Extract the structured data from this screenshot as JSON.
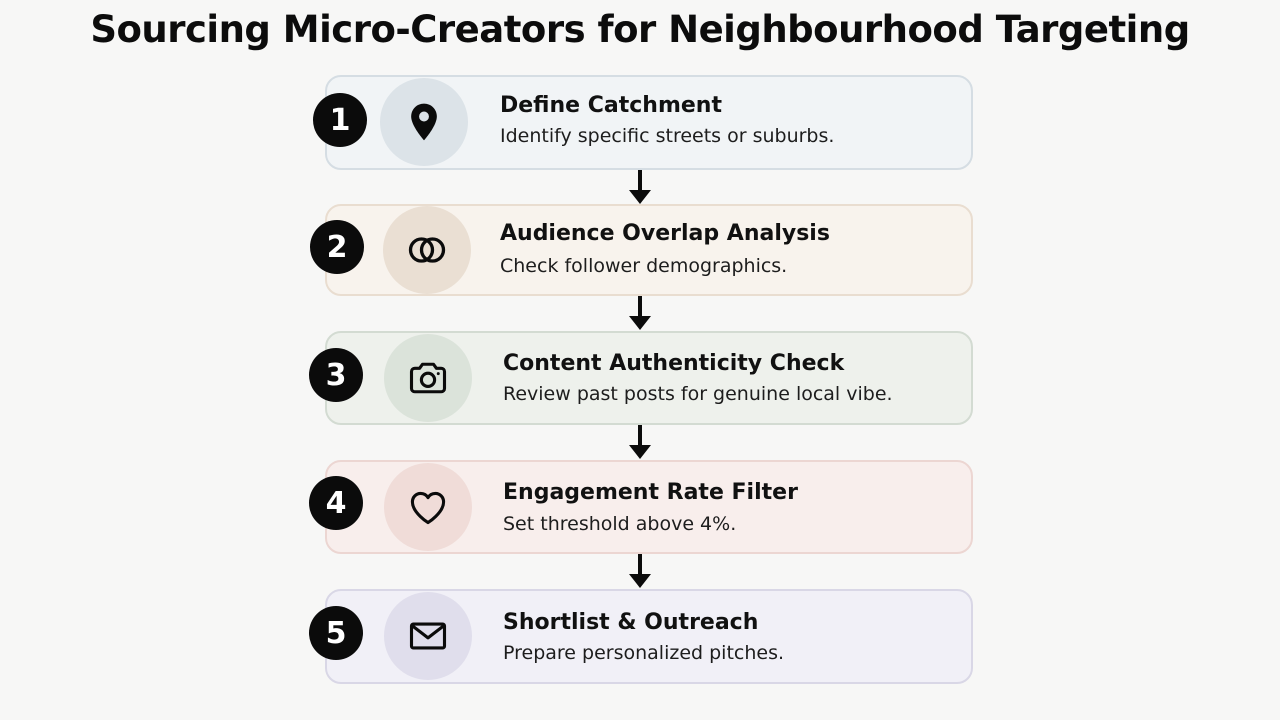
{
  "title": "Sourcing Micro-Creators for Neighbourhood Targeting",
  "steps": [
    {
      "number": "1",
      "title": "Define Catchment",
      "description": "Identify specific streets or suburbs.",
      "icon": "map-pin-icon",
      "card_color": "#f1f4f6",
      "border_color": "#d5dde3",
      "icon_bg": "#dce3e8"
    },
    {
      "number": "2",
      "title": "Audience Overlap Analysis",
      "description": "Check follower demographics.",
      "icon": "overlap-circles-icon",
      "card_color": "#f8f3ed",
      "border_color": "#e9ddd0",
      "icon_bg": "#eadfd3"
    },
    {
      "number": "3",
      "title": "Content Authenticity Check",
      "description": "Review past posts for genuine local vibe.",
      "icon": "camera-icon",
      "card_color": "#eef1ec",
      "border_color": "#d3dbd2",
      "icon_bg": "#dbe3da"
    },
    {
      "number": "4",
      "title": "Engagement Rate Filter",
      "description": "Set threshold above 4%.",
      "icon": "heart-icon",
      "card_color": "#f8eeec",
      "border_color": "#ecd6d2",
      "icon_bg": "#f0dcd8"
    },
    {
      "number": "5",
      "title": "Shortlist & Outreach",
      "description": "Prepare personalized pitches.",
      "icon": "envelope-icon",
      "card_color": "#f1f0f7",
      "border_color": "#d9d7e6",
      "icon_bg": "#e0deec"
    }
  ]
}
